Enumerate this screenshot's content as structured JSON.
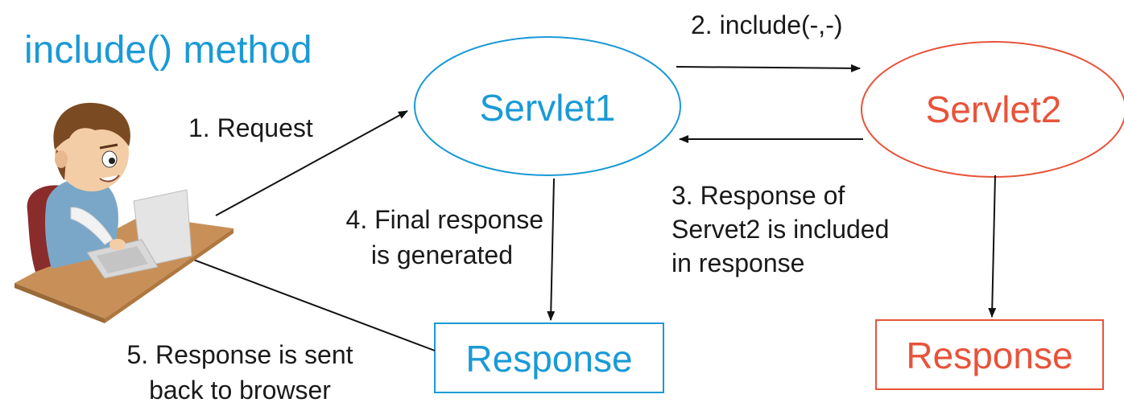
{
  "title": "include() method",
  "nodes": {
    "servlet1": "Servlet1",
    "servlet2": "Servlet2",
    "response1": "Response",
    "response2": "Response"
  },
  "steps": {
    "step1": "1. Request",
    "step2": "2. include(-,-)",
    "step3": [
      "3. Response of",
      "Servet2 is included",
      "in response"
    ],
    "step4": [
      "4. Final response",
      "is generated"
    ],
    "step5": [
      "5. Response is sent",
      "back to browser"
    ]
  },
  "illustration": "user-at-laptop",
  "colors": {
    "blue": "#1a9ad6",
    "red": "#e8533a",
    "text": "#1a1a1a",
    "arrow": "#111111"
  }
}
